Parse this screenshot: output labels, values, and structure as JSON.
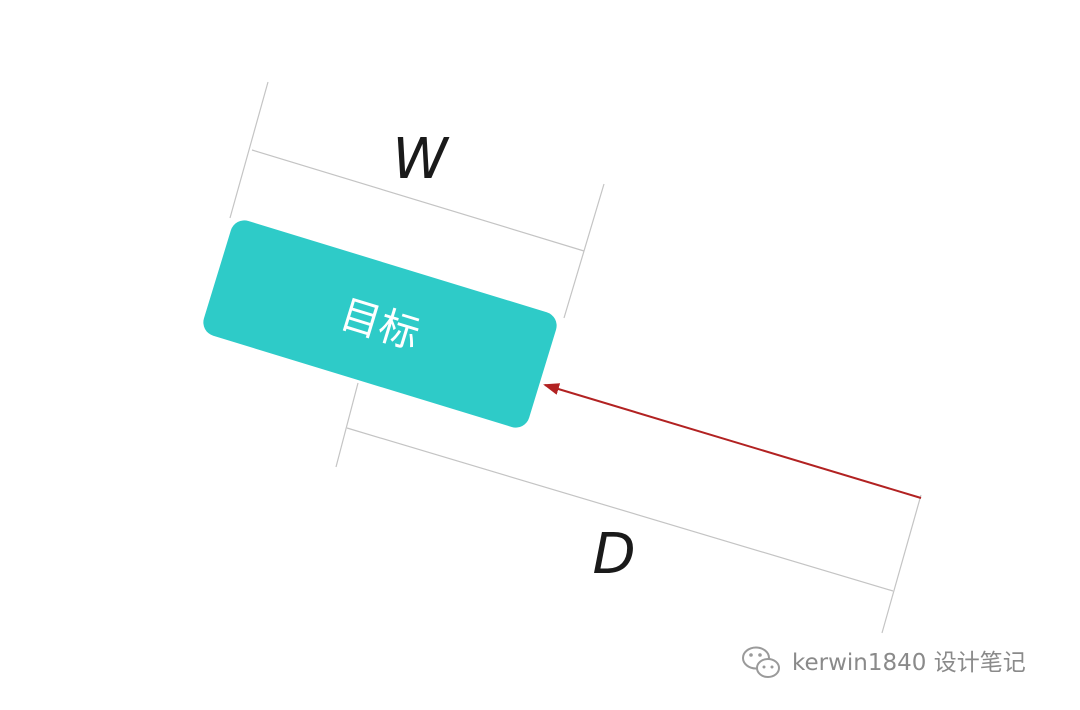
{
  "diagram": {
    "target_label": "目标",
    "width_label": "W",
    "distance_label": "D",
    "target_color": "#2ECBC8",
    "arrow_color": "#B22222",
    "guide_color": "#BDBDBD"
  },
  "watermark": {
    "text": "kerwin1840 设计笔记",
    "icon": "wechat-icon"
  }
}
